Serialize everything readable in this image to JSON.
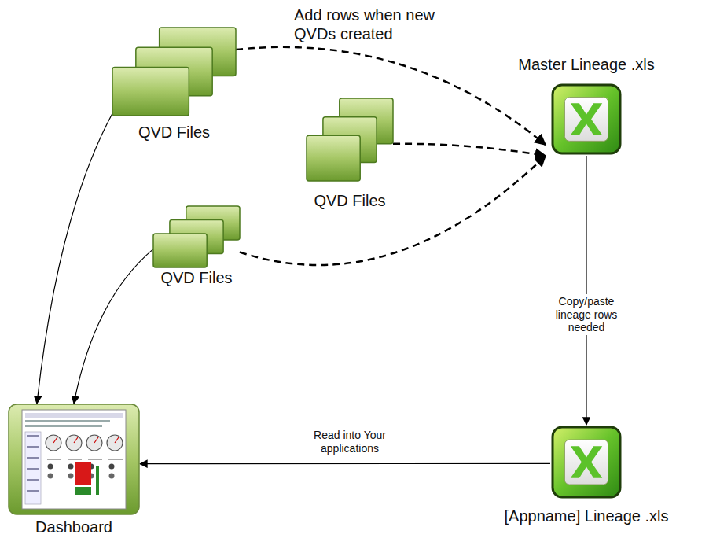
{
  "diagram": {
    "nodes": [
      {
        "text": [
          "QVD Files"
        ]
      },
      {
        "text": [
          "QVD Files"
        ]
      },
      {
        "text": [
          "Master Lineage .xls"
        ]
      },
      {
        "text": [
          "QVD Files"
        ]
      },
      {
        "text": [
          "Dashboard"
        ]
      },
      {
        "text": [
          "[Appname] Lineage .xls"
        ]
      }
    ],
    "edges": [
      {
        "from": 0,
        "to": 2,
        "arrow": "to",
        "label": "Add rows when new QVDs created"
      },
      {
        "from": 1,
        "to": 2,
        "arrow": "to"
      },
      {
        "from": 3,
        "to": 2,
        "arrow": "to"
      },
      {
        "from": 0,
        "to": 4,
        "arrow": "to"
      },
      {
        "from": 3,
        "to": 4,
        "arrow": "to"
      },
      {
        "from": 2,
        "to": 5,
        "arrow": "to",
        "label": "Copy/paste lineage rows needed"
      },
      {
        "from": 5,
        "to": 4,
        "arrow": "to",
        "label": "Read into Your applications"
      }
    ]
  }
}
